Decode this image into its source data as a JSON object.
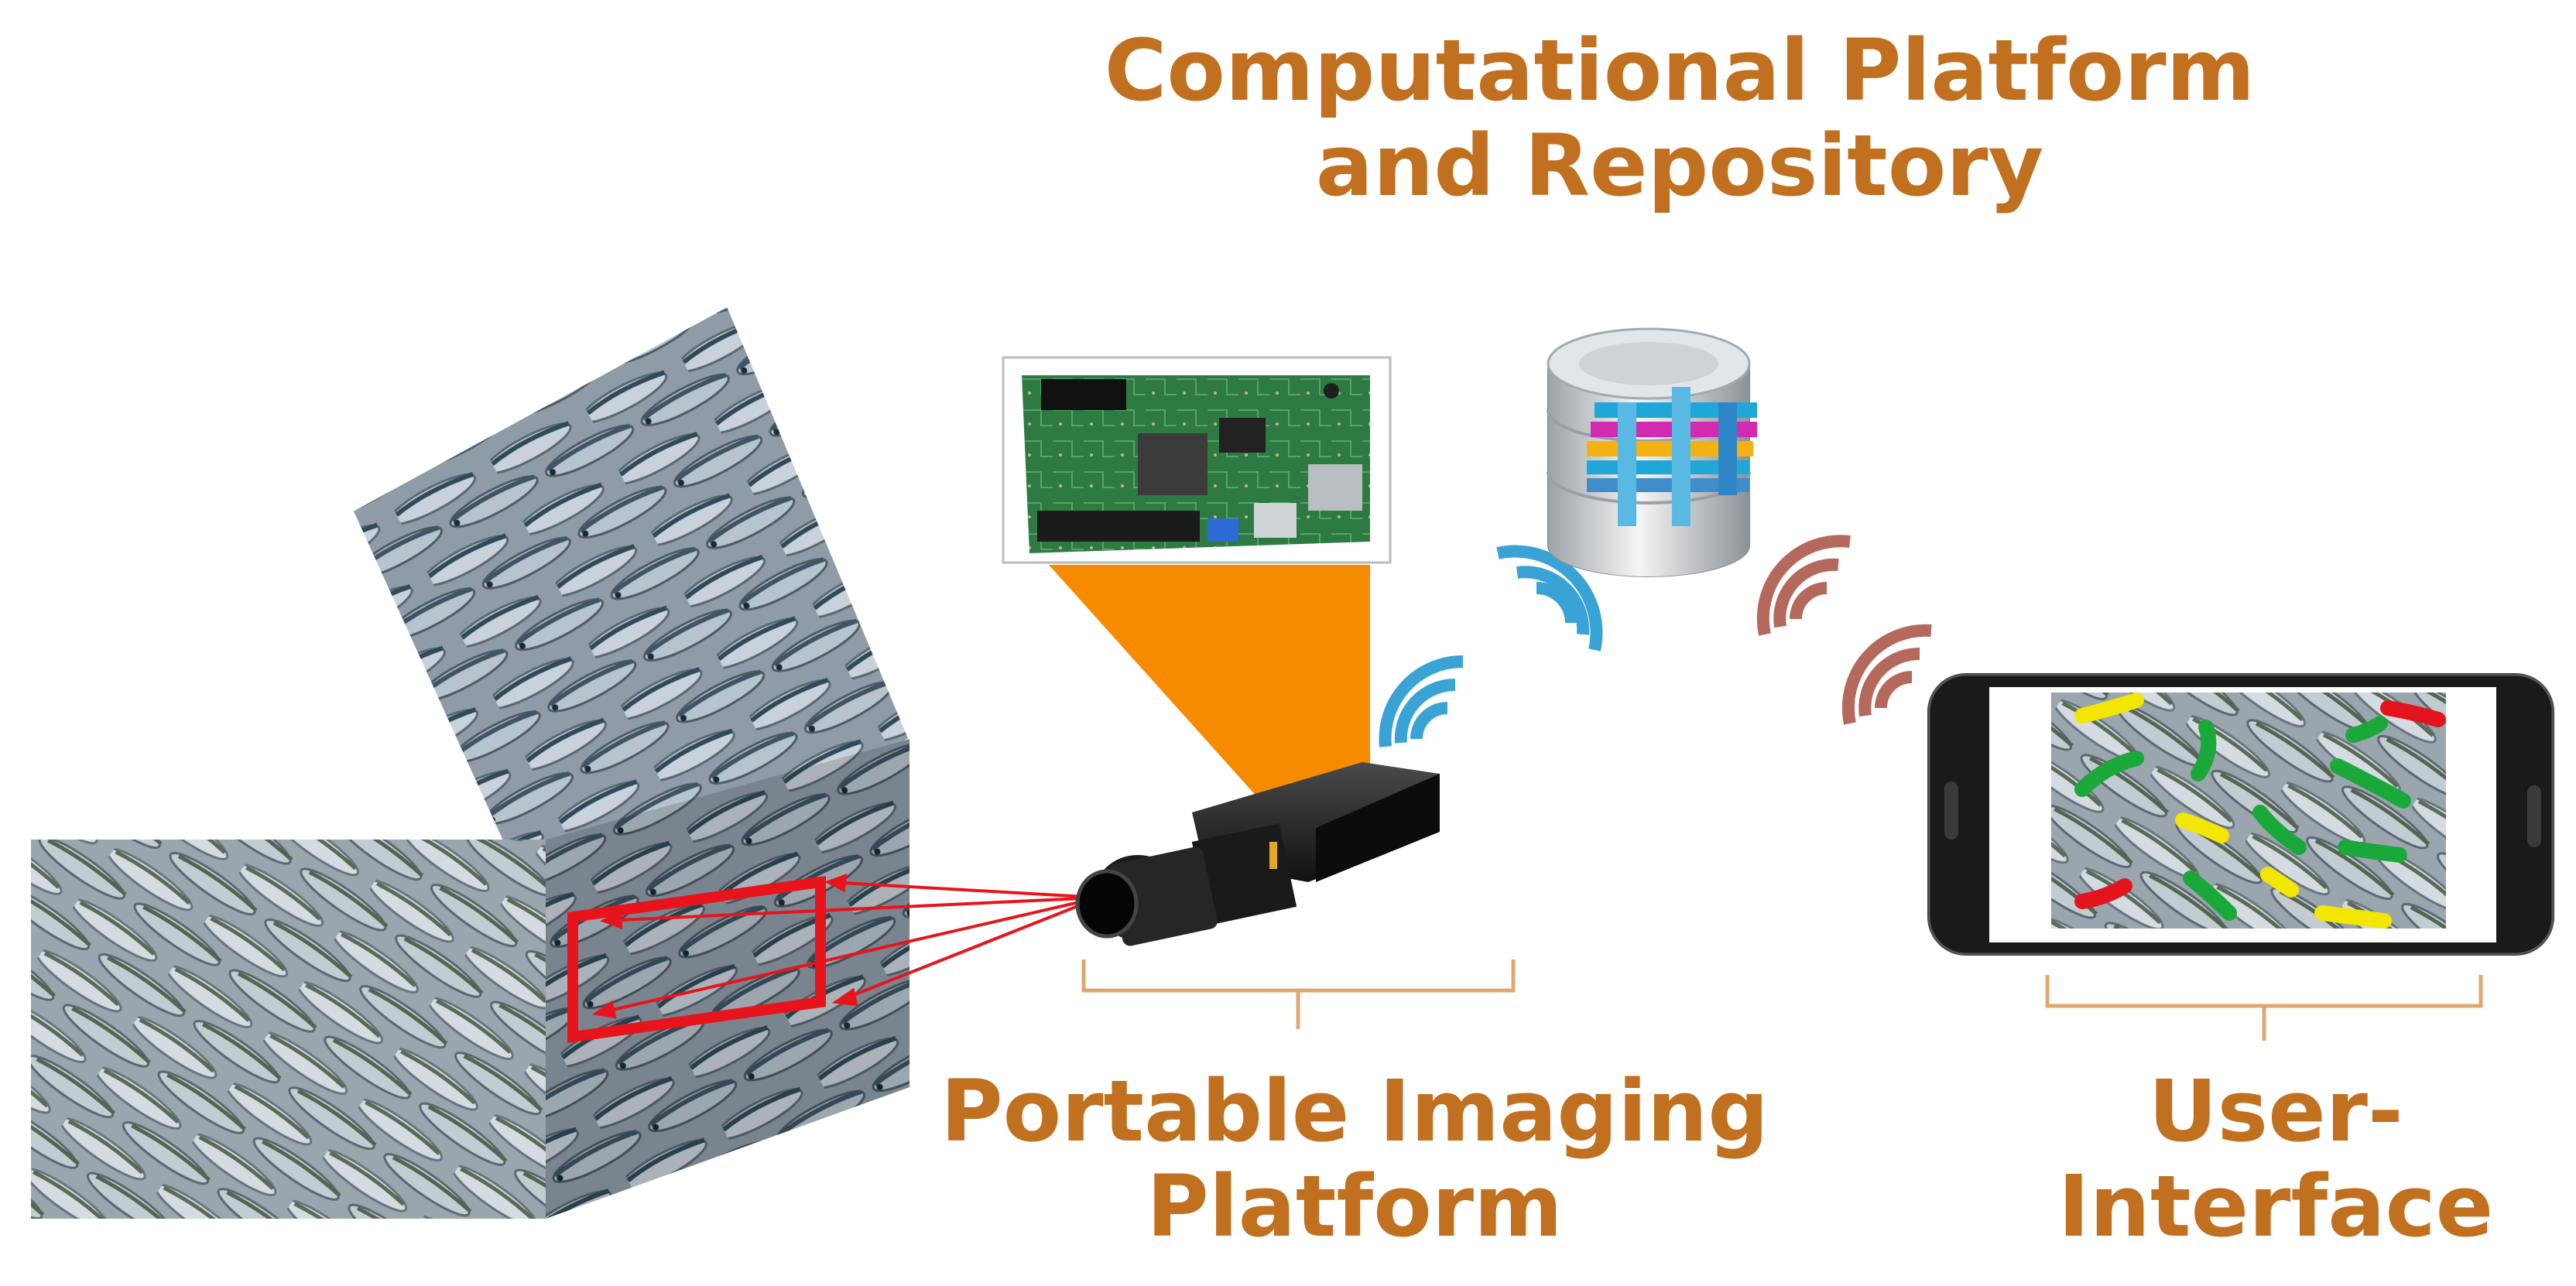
{
  "labels": {
    "computational_line1": "Computational Platform",
    "computational_line2": "and Repository",
    "portable_line1": "Portable Imaging",
    "portable_line2": "Platform",
    "ui_line1": "User-",
    "ui_line2": "Interface"
  },
  "colors": {
    "label_text": "#c0701e",
    "bracket": "#e0a870",
    "projection": "#f78b00",
    "wireless_blue": "#3aa3d6",
    "wireless_brown": "#b5695c",
    "laser": "#e8141c",
    "marker_green": "#1aa83a",
    "marker_yellow": "#f3e600",
    "marker_red": "#e3141c"
  },
  "icons": {
    "camera": "camera-icon",
    "board": "circuit-board-icon",
    "database": "database-icon",
    "phone": "smartphone-icon",
    "wireless": "wireless-signal-icon"
  }
}
